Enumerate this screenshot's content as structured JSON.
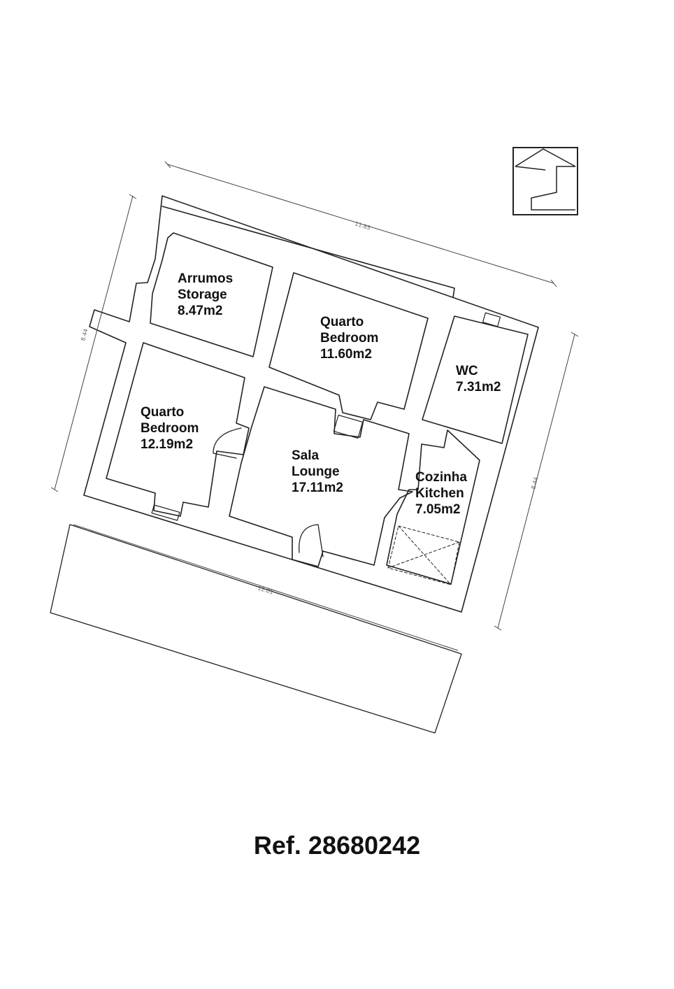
{
  "rooms": {
    "storage": {
      "pt": "Arrumos",
      "en": "Storage",
      "area": "8.47m2"
    },
    "bedroom_north": {
      "pt": "Quarto",
      "en": "Bedroom",
      "area": "11.60m2"
    },
    "wc": {
      "name": "WC",
      "area": "7.31m2"
    },
    "bedroom_west": {
      "pt": "Quarto",
      "en": "Bedroom",
      "area": "12.19m2"
    },
    "lounge": {
      "pt": "Sala",
      "en": "Lounge",
      "area": "17.11m2"
    },
    "kitchen": {
      "pt": "Cozinha",
      "en": "Kitchen",
      "area": "7.05m2"
    }
  },
  "dimensions": {
    "top": "11.85",
    "left": "8.44",
    "right": "8.44",
    "bottom": "12.01"
  },
  "reference": "Ref. 28680242"
}
